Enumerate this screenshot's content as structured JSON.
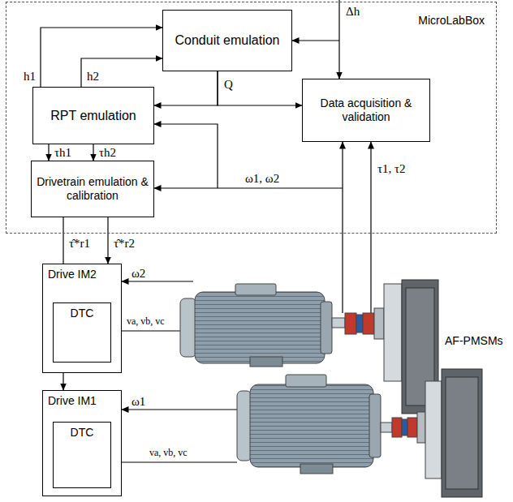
{
  "diagram": {
    "nodes": [
      {
        "text": [
          "MicroLabBox"
        ]
      },
      {
        "text": [
          "Conduit emulation"
        ],
        "in": 0
      },
      {
        "text": [
          "RPT emulation"
        ],
        "in": 0
      },
      {
        "text": [
          "Data acquisition & validation"
        ],
        "in": 0
      },
      {
        "text": [
          "Drivetrain emulation & calibration"
        ],
        "in": 0
      },
      {
        "text": [
          "Drive IM2"
        ]
      },
      {
        "text": [
          "DTC"
        ],
        "in": 5
      },
      {
        "text": [
          "Drive IM1"
        ]
      },
      {
        "text": [
          "DTC"
        ],
        "in": 7
      }
    ],
    "edges": [
      {
        "from": 2,
        "to": 1,
        "label": "h1",
        "arrow": "to"
      },
      {
        "from": 2,
        "to": 1,
        "label": "h2",
        "arrow": "to"
      },
      {
        "from": 1,
        "to": 2,
        "label": "Q",
        "arrow": "to"
      },
      {
        "from": 1,
        "to": 3,
        "arrow": "to"
      },
      {
        "from": 2,
        "to": 4,
        "label": "τh1",
        "arrow": "to"
      },
      {
        "from": 2,
        "to": 4,
        "label": "τh2",
        "arrow": "to"
      },
      {
        "from": 4,
        "to": 5,
        "label": "τ̂*r1",
        "arrow": "none"
      },
      {
        "from": 4,
        "to": 5,
        "label": "τ̂*r2",
        "arrow": "to"
      },
      {
        "from": 5,
        "to": 7,
        "arrow": "to"
      }
    ],
    "labels": [
      "Δh",
      "ω1, ω2",
      "τ1, τ2",
      "ω2",
      "va, vb, vc",
      "ω1",
      "va, vb, vc",
      "AF-PMSMs"
    ]
  }
}
